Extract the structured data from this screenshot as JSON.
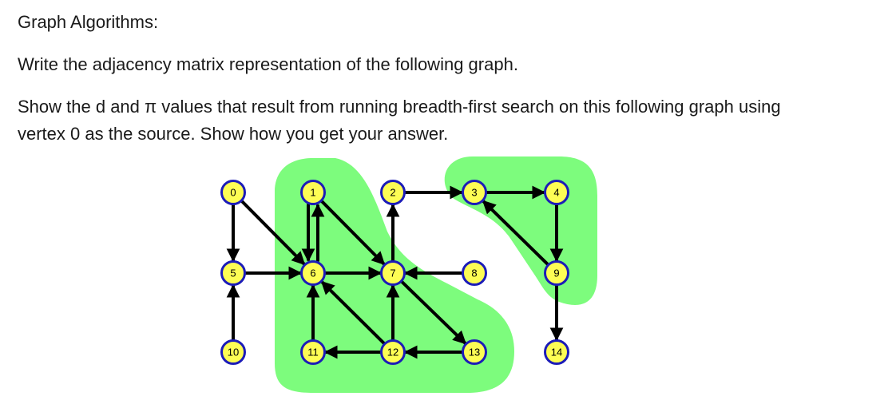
{
  "document": {
    "heading": "Graph Algorithms:",
    "task_1": "Write the adjacency matrix representation of the following graph.",
    "task_2_line_1": "Show the d and π values that result from running breadth-first search on this following graph using",
    "task_2_line_2": "vertex 0 as the source. Show how you get your answer."
  },
  "graph": {
    "colors": {
      "region_fill": "#7dfc7d",
      "node_fill": "#fdfd54",
      "node_stroke": "#1c1cb8",
      "edge": "#000000"
    },
    "vertices": [
      "0",
      "1",
      "2",
      "3",
      "4",
      "5",
      "6",
      "7",
      "8",
      "9",
      "10",
      "11",
      "12",
      "13",
      "14"
    ],
    "edges": [
      {
        "from": "0",
        "to": "5"
      },
      {
        "from": "0",
        "to": "6"
      },
      {
        "from": "1",
        "to": "6"
      },
      {
        "from": "6",
        "to": "1"
      },
      {
        "from": "1",
        "to": "7"
      },
      {
        "from": "2",
        "to": "3"
      },
      {
        "from": "3",
        "to": "4"
      },
      {
        "from": "7",
        "to": "2"
      },
      {
        "from": "4",
        "to": "9"
      },
      {
        "from": "9",
        "to": "3"
      },
      {
        "from": "5",
        "to": "6"
      },
      {
        "from": "6",
        "to": "7"
      },
      {
        "from": "8",
        "to": "7"
      },
      {
        "from": "9",
        "to": "14"
      },
      {
        "from": "10",
        "to": "5"
      },
      {
        "from": "11",
        "to": "6"
      },
      {
        "from": "12",
        "to": "11"
      },
      {
        "from": "12",
        "to": "6"
      },
      {
        "from": "12",
        "to": "7"
      },
      {
        "from": "13",
        "to": "12"
      },
      {
        "from": "7",
        "to": "13"
      }
    ]
  }
}
